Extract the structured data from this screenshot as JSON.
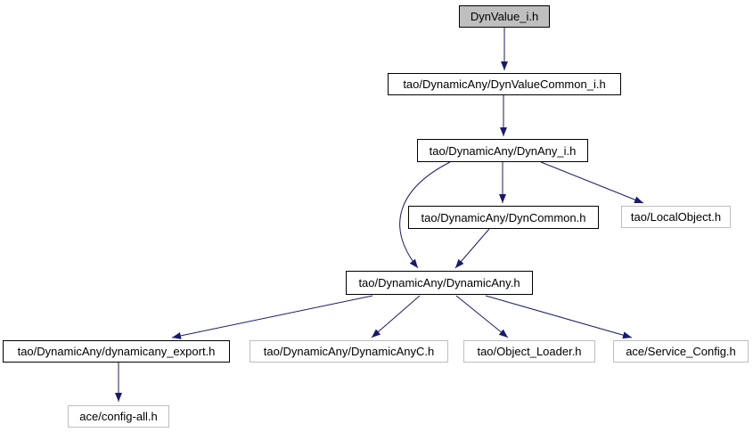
{
  "diagram": {
    "type": "include-dependency-graph",
    "colors": {
      "edge": "#191970",
      "node_border": "#000000",
      "leaf_node_border": "#bebebe",
      "current_node_fill": "#bfbfbf",
      "node_fill": "#ffffff",
      "background": "#ffffff",
      "text": "#000000"
    },
    "nodes": {
      "dynvalue_i": {
        "label": "DynValue_i.h"
      },
      "dynvaluecommon_i": {
        "label": "tao/DynamicAny/DynValueCommon_i.h"
      },
      "dynany_i": {
        "label": "tao/DynamicAny/DynAny_i.h"
      },
      "dyncommon": {
        "label": "tao/DynamicAny/DynCommon.h"
      },
      "localobject": {
        "label": "tao/LocalObject.h"
      },
      "dynamicany": {
        "label": "tao/DynamicAny/DynamicAny.h"
      },
      "dynamicany_export": {
        "label": "tao/DynamicAny/dynamicany_export.h"
      },
      "dynamicanyc": {
        "label": "tao/DynamicAny/DynamicAnyC.h"
      },
      "object_loader": {
        "label": "tao/Object_Loader.h"
      },
      "service_config": {
        "label": "ace/Service_Config.h"
      },
      "config_all": {
        "label": "ace/config-all.h"
      }
    },
    "edges": [
      {
        "from": "dynvalue_i",
        "to": "dynvaluecommon_i"
      },
      {
        "from": "dynvaluecommon_i",
        "to": "dynany_i"
      },
      {
        "from": "dynany_i",
        "to": "dyncommon"
      },
      {
        "from": "dynany_i",
        "to": "localobject"
      },
      {
        "from": "dynany_i",
        "to": "dynamicany"
      },
      {
        "from": "dyncommon",
        "to": "dynamicany"
      },
      {
        "from": "dynamicany",
        "to": "dynamicany_export"
      },
      {
        "from": "dynamicany",
        "to": "dynamicanyc"
      },
      {
        "from": "dynamicany",
        "to": "object_loader"
      },
      {
        "from": "dynamicany",
        "to": "service_config"
      },
      {
        "from": "dynamicany_export",
        "to": "config_all"
      }
    ]
  }
}
